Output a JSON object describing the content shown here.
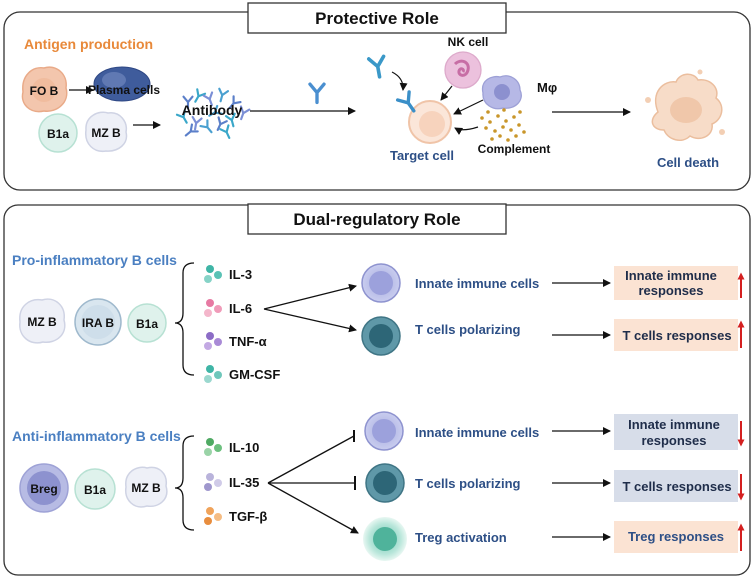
{
  "protective": {
    "title": "Protective Role",
    "antigen_production": "Antigen production",
    "fo_b": "FO B",
    "plasma_cells": "Plasma cells",
    "b1a": "B1a",
    "mz_b": "MZ B",
    "antibody": "Antibody",
    "nk_cell": "NK cell",
    "macrophage": "Mφ",
    "target_cell": "Target cell",
    "complement": "Complement",
    "cell_death": "Cell death"
  },
  "dual": {
    "title": "Dual-regulatory Role",
    "pro": {
      "heading": "Pro-inflammatory B cells",
      "cells": [
        "MZ B",
        "IRA B",
        "B1a"
      ],
      "cytokines": [
        "IL-3",
        "IL-6",
        "TNF-α",
        "GM-CSF"
      ],
      "targets": [
        "Innate immune cells",
        "T cells polarizing"
      ],
      "responses": [
        "Innate immune responses",
        "T cells responses"
      ],
      "response_lines": [
        [
          "Innate immune",
          "responses"
        ],
        [
          "T cells responses"
        ]
      ],
      "direction": "up"
    },
    "anti": {
      "heading": "Anti-inflammatory B cells",
      "cells": [
        "Breg",
        "B1a",
        "MZ B"
      ],
      "cytokines": [
        "IL-10",
        "IL-35",
        "TGF-β"
      ],
      "targets": [
        "Innate immune cells",
        "T cells polarizing",
        "Treg activation"
      ],
      "response_lines": [
        [
          "Innate immune",
          "responses"
        ],
        [
          "T cells responses"
        ],
        [
          "Treg responses"
        ]
      ],
      "directions": [
        "down",
        "down",
        "up"
      ]
    }
  },
  "colors": {
    "orange_heading": "#e8893a",
    "blue_heading": "#4a7fc1",
    "dark_text": "#1f2d4a",
    "target_text": "#2d4f86",
    "up_box": "#fbe3d3",
    "down_box": "#d7dde9",
    "arrow_red": "#d42020"
  }
}
